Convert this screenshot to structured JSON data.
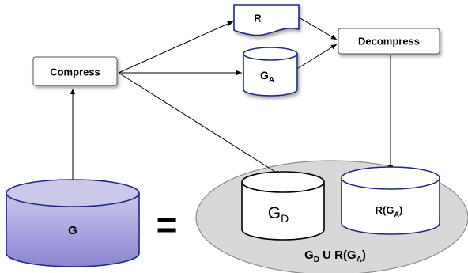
{
  "nodes": {
    "compress": {
      "label": "Compress"
    },
    "decompress": {
      "label": "Decompress"
    },
    "r_doc": {
      "label": "R"
    },
    "ga": {
      "label": "G",
      "subscript": "A"
    },
    "g": {
      "label": "G"
    },
    "gd": {
      "label": "G",
      "subscript": "D"
    },
    "rga": {
      "label": "R(G",
      "subscript": "A",
      "suffix": ")"
    }
  },
  "equals_sign": "=",
  "union_label": {
    "base": "G",
    "sub": "D",
    "middle": " U R(G",
    "sub2": "A",
    "suffix": ")"
  },
  "colors": {
    "navy": "#1f2b7a",
    "g_top": "#c9c6ea",
    "g_mid": "#a8a3dd",
    "g_bottom": "#8a84cf",
    "ellipse_fill": "#d8d8d8",
    "ellipse_stroke": "#8a8a8a",
    "box_stroke": "#555555"
  }
}
